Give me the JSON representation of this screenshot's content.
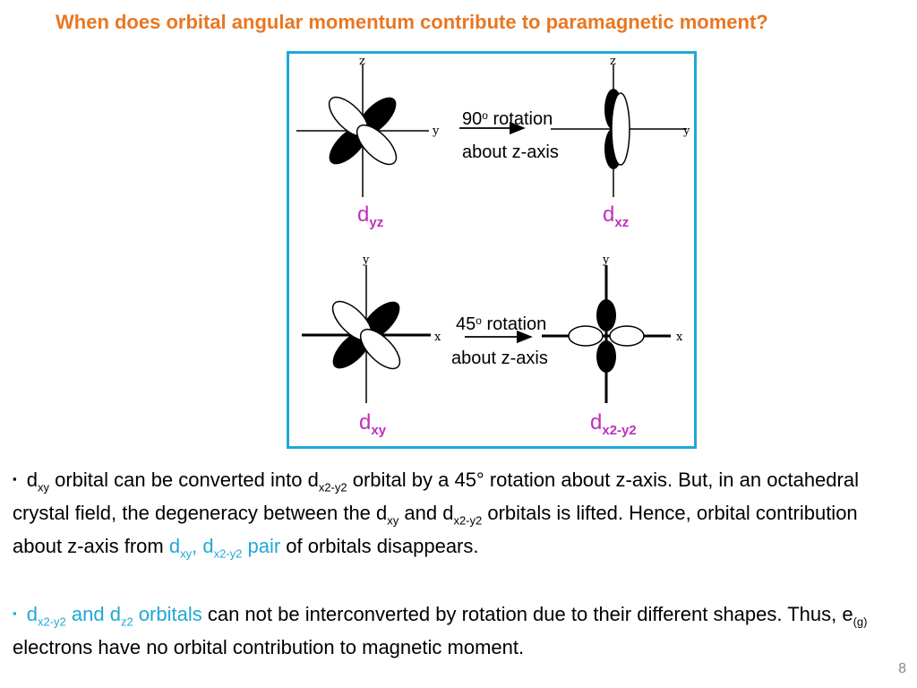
{
  "title": "When does orbital angular momentum contribute to paramagnetic moment?",
  "figure": {
    "top_rotation": {
      "angle": "90",
      "degree_mark": "o",
      "word": "rotation",
      "axis_text": "about z-axis"
    },
    "bottom_rotation": {
      "angle": "45",
      "degree_mark": "o",
      "word": "rotation",
      "axis_text": "about z-axis"
    },
    "axis_labels": {
      "z": "z",
      "y": "y",
      "x": "x"
    },
    "orbitals": {
      "dyz": {
        "main": "d",
        "sub": "yz"
      },
      "dxz": {
        "main": "d",
        "sub": "xz"
      },
      "dxy": {
        "main": "d",
        "sub": "xy"
      },
      "dx2y2": {
        "main": "d",
        "sub": "x2-y2"
      }
    }
  },
  "paragraph1": {
    "bullet": "▪",
    "t1": " d",
    "s1": "xy",
    "t2": " orbital can be  converted into d",
    "s2": "x2-y2",
    "t3": " orbital by a 45° rotation about z-axis. But, in an octahedral crystal field, the degeneracy between the d",
    "s3": "xy",
    "t4": " and d",
    "s4": "x2-y2",
    "t5": " orbitals is lifted. Hence, orbital contribution about z-axis from ",
    "b1": "d",
    "bs1": "xy",
    "b2": ", d",
    "bs2": "x2-y2",
    "b3": " pair",
    "t6": " of orbitals disappears."
  },
  "paragraph2": {
    "bullet": "▪",
    "b1": " d",
    "bs1": "x2-y2",
    "b2": " and d",
    "bs2": "z2",
    "b3": " orbitals",
    "t1": " can not be interconverted by rotation due to their different shapes. Thus, e",
    "s1": "(g)",
    "t2": " electrons have no orbital contribution to magnetic moment."
  },
  "page_number": "8",
  "colors": {
    "title": "#e87722",
    "accent_blue": "#1fa8d8",
    "orbital_label": "#c02ec0",
    "frame": "#1fa8d8"
  }
}
